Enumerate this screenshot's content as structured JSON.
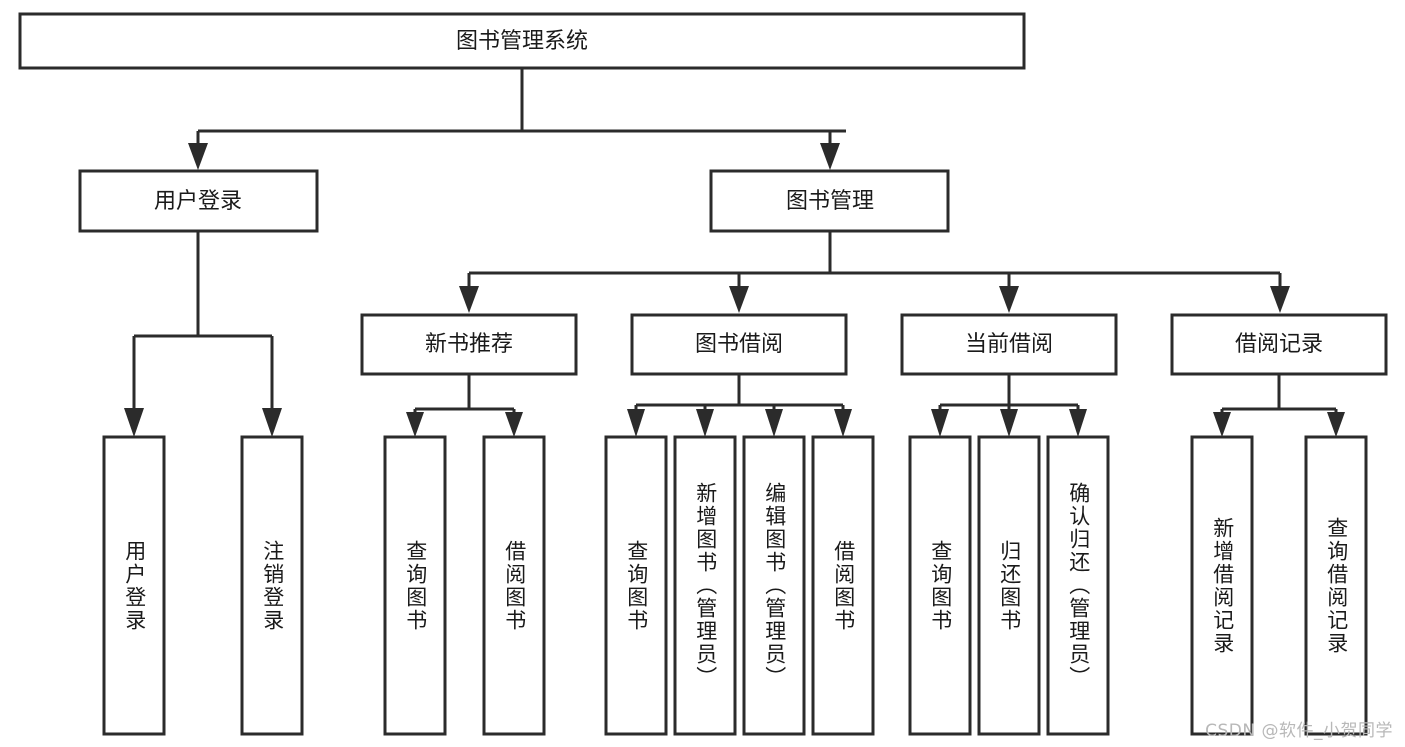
{
  "diagram": {
    "title": "图书管理系统",
    "type": "tree-hierarchy",
    "watermark": "CSDN @软件_小贺同学",
    "colors": {
      "stroke": "#2b2b2b",
      "box_fill": "#ffffff",
      "text": "#1a1a1a",
      "background": "#ffffff",
      "watermark": "#b8b8b8"
    },
    "root": {
      "label": "图书管理系统"
    },
    "level1": [
      {
        "label": "用户登录"
      },
      {
        "label": "图书管理"
      }
    ],
    "level2": [
      {
        "label": "新书推荐"
      },
      {
        "label": "图书借阅"
      },
      {
        "label": "当前借阅"
      },
      {
        "label": "借阅记录"
      }
    ],
    "leaves": {
      "user_login": [
        {
          "label": "用户登录"
        },
        {
          "label": "注销登录"
        }
      ],
      "new_book_recommend": [
        {
          "label": "查询图书"
        },
        {
          "label": "借阅图书"
        }
      ],
      "book_borrow": [
        {
          "label": "查询图书"
        },
        {
          "label": "新增图书（管理员）"
        },
        {
          "label": "编辑图书（管理员）"
        },
        {
          "label": "借阅图书"
        }
      ],
      "current_borrow": [
        {
          "label": "查询图书"
        },
        {
          "label": "归还图书"
        },
        {
          "label": "确认归还（管理员）"
        }
      ],
      "borrow_record": [
        {
          "label": "新增借阅记录"
        },
        {
          "label": "查询借阅记录"
        }
      ]
    }
  }
}
